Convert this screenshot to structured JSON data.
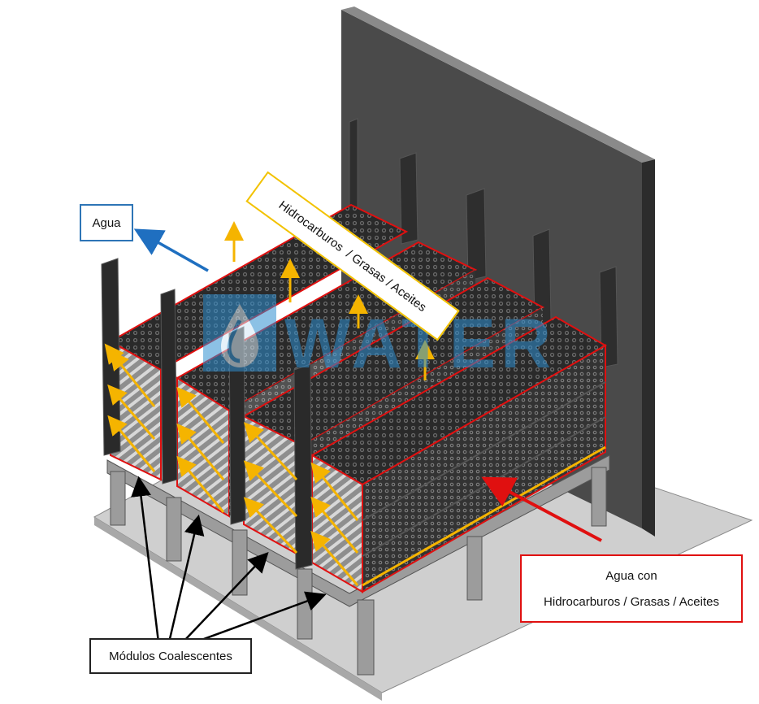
{
  "labels": {
    "agua": "Agua",
    "hidrocarburos": "Hidrocarburos  / Grasas / Aceites",
    "agua_con_line1": "Agua con",
    "agua_con_line2": "Hidrocarburos / Grasas / Aceites",
    "modulos": "Módulos Coalescentes"
  },
  "watermark": {
    "text": "WATER"
  },
  "colors": {
    "agua_arrow": "#1f6fc0",
    "inflow_arrow": "#e01010",
    "oil_arrow": "#f5b400",
    "module_outline": "#e01010",
    "wall": "#4a4a4a",
    "floor": "#cfcfcf",
    "watermark": "#2f8fd0"
  }
}
